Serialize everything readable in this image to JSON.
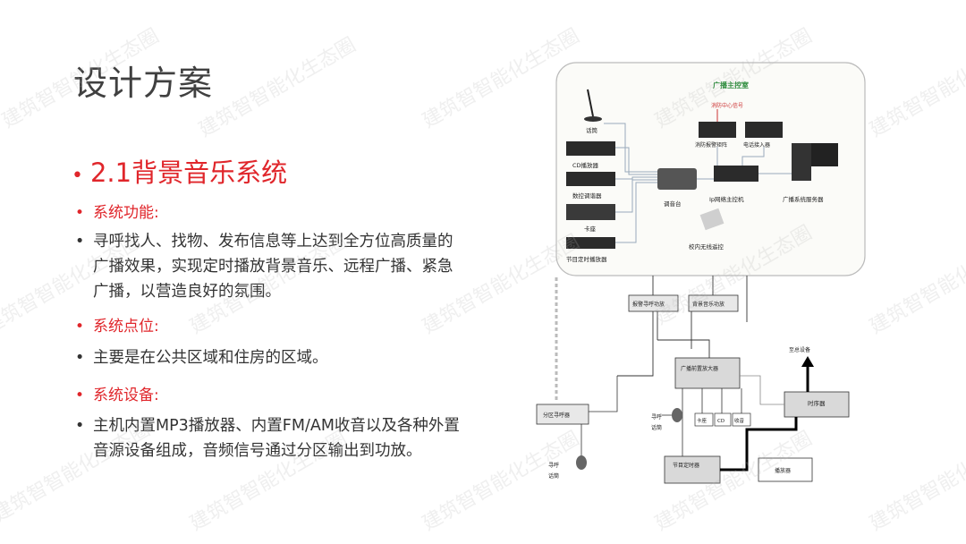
{
  "title": "设计方案",
  "section": {
    "heading": "2.1背景音乐系统",
    "items": [
      {
        "label": "系统功能:",
        "text": "寻呼找人、找物、发布信息等上达到全方位高质量的广播效果，实现定时播放背景音乐、远程广播、紧急广播，以营造良好的氛围。"
      },
      {
        "label": "系统点位:",
        "text": "主要是在公共区域和住房的区域。"
      },
      {
        "label": "系统设备:",
        "text": "主机内置MP3播放器、内置FM/AM收音以及各种外置音源设备组成，音频信号通过分区输出到功放。"
      }
    ]
  },
  "watermark": "建筑智智能化生态圈",
  "diagram": {
    "room_title": "广播主控室",
    "fire_signal": "消防中心信号",
    "mic": "话筒",
    "cd": "CD播放器",
    "tuner": "数控调谐器",
    "tape": "卡座",
    "timer_player": "节目定时播放器",
    "mixer": "调音台",
    "fire_matrix": "消防报警矩阵",
    "phone": "电话接入器",
    "ip_host": "Ip网络主控机",
    "server": "广播系统服务器",
    "remote": "校内无线遥控",
    "alarm_amp": "报警寻呼功放",
    "bgm_amp": "背景音乐功放",
    "pre_amp": "广播前置放大器",
    "zone_pager": "分区寻呼器",
    "slot1": "卡座",
    "slot2": "CD",
    "slot3": "收音",
    "sequencer": "时序器",
    "to_main": "至总设备",
    "pager_mic_1": "寻呼",
    "pager_mic_1b": "话筒",
    "pager_mic_2": "寻呼",
    "pager_mic_2b": "话筒",
    "program_timer": "节目定时器",
    "player": "播放器"
  }
}
